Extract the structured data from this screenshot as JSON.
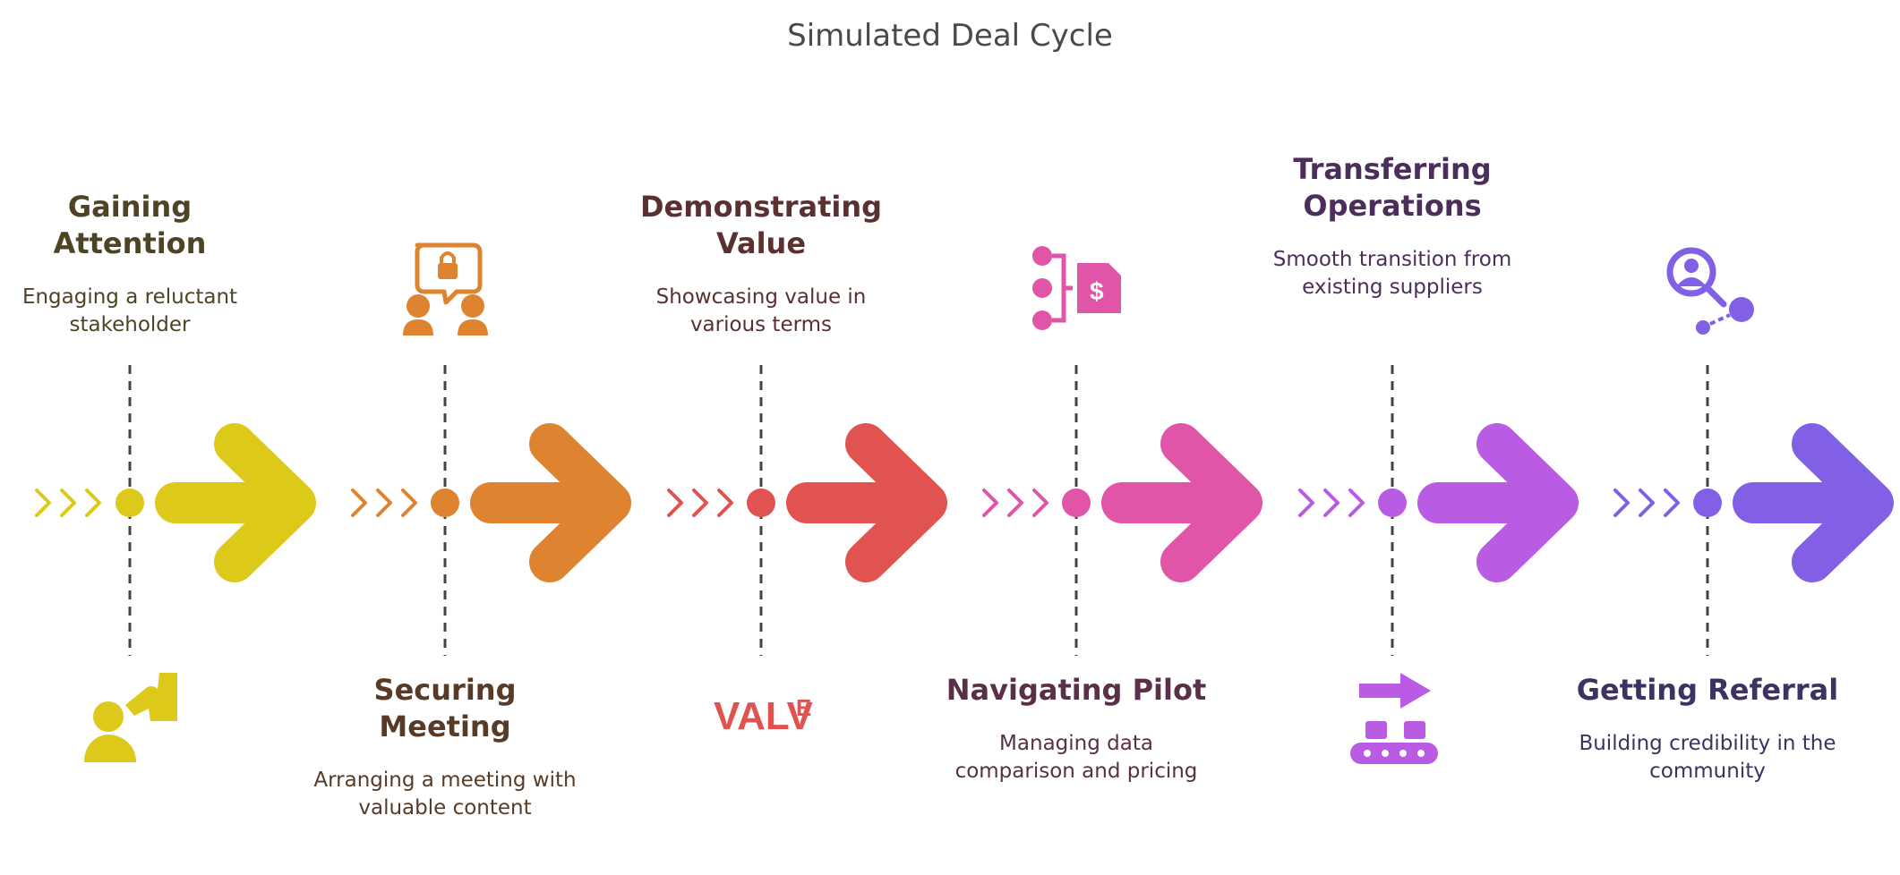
{
  "title": "Simulated Deal Cycle",
  "stages": [
    {
      "title": "Gaining Attention",
      "description": "Engaging a reluctant stakeholder",
      "color": "#DDC91A",
      "icon": "person-pointing-icon",
      "text_position": "top"
    },
    {
      "title": "Securing Meeting",
      "description": "Arranging a meeting with valuable content",
      "color": "#DE8431",
      "icon": "meeting-lock-icon",
      "text_position": "bottom"
    },
    {
      "title": "Demonstrating Value",
      "description": "Showcasing value in various terms",
      "color": "#E05351",
      "icon": "valve-wordmark",
      "icon_text": "VALVE",
      "text_position": "top"
    },
    {
      "title": "Navigating Pilot",
      "description": "Managing data comparison and pricing",
      "color": "#E055A8",
      "icon": "data-pricing-icon",
      "text_position": "bottom"
    },
    {
      "title": "Transferring Operations",
      "description": "Smooth transition from existing suppliers",
      "color": "#BA5BE3",
      "icon": "conveyor-transfer-icon",
      "text_position": "top"
    },
    {
      "title": "Getting Referral",
      "description": "Building credibility in the community",
      "color": "#8160E6",
      "icon": "referral-network-icon",
      "text_position": "bottom"
    }
  ]
}
